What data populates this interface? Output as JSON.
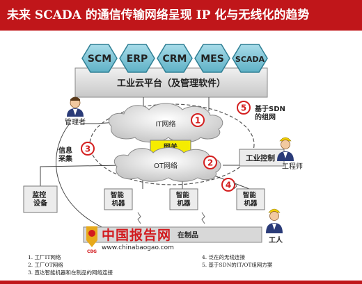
{
  "title": "未来 SCADA 的通信传输网络呈现 IP 化与无线化的趋势",
  "apps": [
    "SCM",
    "ERP",
    "CRM",
    "MES",
    "SCADA"
  ],
  "cloud_platform": "工业云平台（及管理软件）",
  "clouds": {
    "it": "IT网络",
    "ot": "OT网络"
  },
  "gateway": "网关",
  "sdn_label": "基于SDN\n的组网",
  "markers": [
    "1",
    "2",
    "3",
    "4",
    "5"
  ],
  "roles": {
    "manager": "管理者",
    "engineer": "工程师",
    "worker": "工人"
  },
  "industrial_control": "工业控制",
  "info_collect": "信息\n采集",
  "monitor": "监控\n设备",
  "smart_machines": [
    "智能\n机器",
    "智能\n机器",
    "智能\n机器"
  ],
  "wip": "在制品",
  "legend": {
    "left": [
      "1.  工厂IT网络",
      "2.  工厂OT网络",
      "3.  直达智能机器和在制品的网络连接"
    ],
    "right": [
      "4.  泛在的无线连接",
      "5.  基于SDN的IT/OT组网方案"
    ]
  },
  "watermark": {
    "brand": "中国报告网",
    "url": "www.chinabaogao.com",
    "logo_text": "CBG"
  },
  "colors": {
    "title_bg": "#c0161a",
    "hex": "#7ec6d8",
    "platform": "#e0e0e0",
    "gateway": "#f5ec00",
    "marker": "#d42020"
  }
}
